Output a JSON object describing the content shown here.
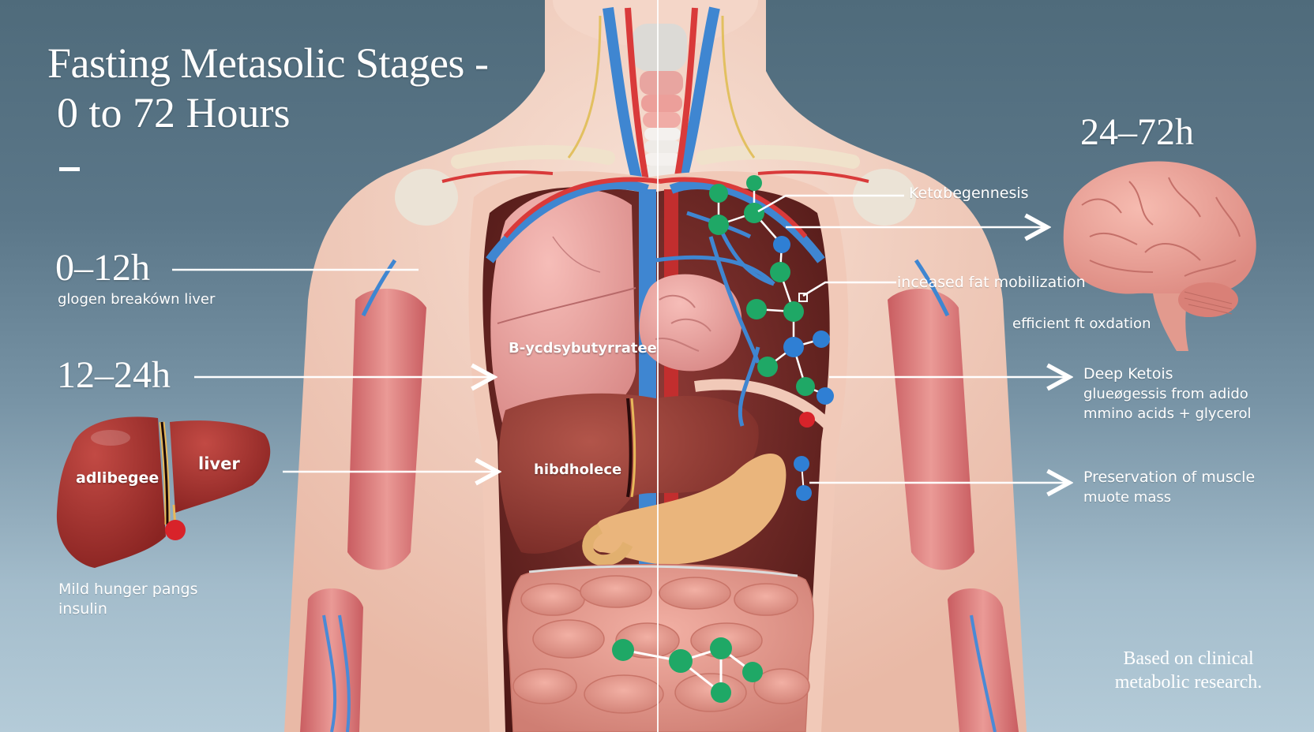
{
  "title": {
    "line1": "Fasting Metasolic Stages -",
    "line2": "0 to 72 Hours",
    "line3": "–"
  },
  "stages": [
    {
      "id": "stage-0-12",
      "label": "0–12h",
      "description": "glogen breakówn liver"
    },
    {
      "id": "stage-12-24",
      "label": "12–24h",
      "description": ""
    },
    {
      "id": "stage-24-72",
      "label": "24–72h",
      "description": ""
    }
  ],
  "left_panel": {
    "liver_inset": {
      "left_lobe_label": "adlibegee",
      "right_lobe_label": "liver"
    },
    "notes": [
      "Mild hunger pangs",
      "insulin"
    ]
  },
  "organ_labels": {
    "lung": "B-ycdsybutyrratee",
    "liver": "hibdholece"
  },
  "right_panel": {
    "callouts": [
      {
        "id": "ketogenesis",
        "text": "Ketαbegennesis"
      },
      {
        "id": "fat-mobilization",
        "text": "inceased fat mobilization"
      },
      {
        "id": "fat-oxidation",
        "text": "efficient ft oxdation"
      },
      {
        "id": "deep-ketosis",
        "lines": [
          "Deep Ketois",
          "glueøgessis from adido",
          "mmino acids + glycerol"
        ]
      },
      {
        "id": "muscle",
        "lines": [
          "Preservation of muscle",
          "muote mass"
        ]
      }
    ]
  },
  "footnote": [
    "Based on clinical",
    "metabolic research."
  ],
  "colors": {
    "background_top": "#4f6b7b",
    "background_bottom": "#b4cbd8",
    "skin": "#f2d3c4",
    "muscle": "#d9777a",
    "artery": "#d93a3a",
    "vein": "#3f86d1",
    "liver": "#8e3a33",
    "lung": "#eca3a0",
    "pancreas": "#eab57c",
    "intestine": "#e39a8f",
    "molecule_green": "#1fa866",
    "molecule_blue": "#2f7fd4",
    "text": "#ffffff"
  }
}
